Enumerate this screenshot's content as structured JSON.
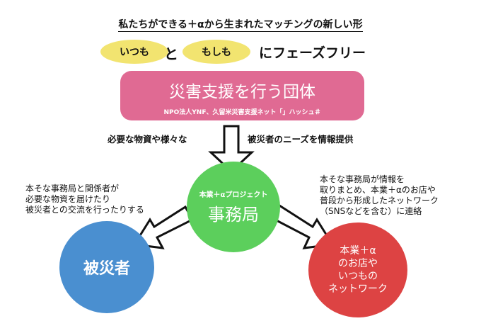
{
  "title": "私たちができる＋αから生まれたマッチングの新しい形",
  "phase": {
    "itsumo": "いつも",
    "to": "と",
    "moshimo": "もしも",
    "suffix": "にフェーズフリー"
  },
  "org": {
    "title": "災害支援を行う団体",
    "subtitle": "NPO法人YNF、久留米災害支援ネット「」ハッシュ＃"
  },
  "flow_left": "必要な物資や様々な",
  "flow_right": "被災者のニーズを情報提供",
  "office": {
    "small": "本業＋αプロジェクト",
    "title": "事務局"
  },
  "left_note": [
    "本そな事務局と関係者が",
    "必要な物資を届けたり",
    "被災者との交流を行ったりする"
  ],
  "right_note": [
    "本そな事務局が情報を",
    "取りまとめ、本業＋αのお店や",
    "普段から形成したネットワーク",
    "（SNSなどを含む）に連絡"
  ],
  "victims": "被災者",
  "network": [
    "本業＋α",
    "のお店や",
    "いつもの",
    "ネットワーク"
  ],
  "colors": {
    "yellow": "#f2e470",
    "pink": "#e06a93",
    "green": "#5ccf5c",
    "blue": "#4a8fd0",
    "red": "#dd4343"
  }
}
